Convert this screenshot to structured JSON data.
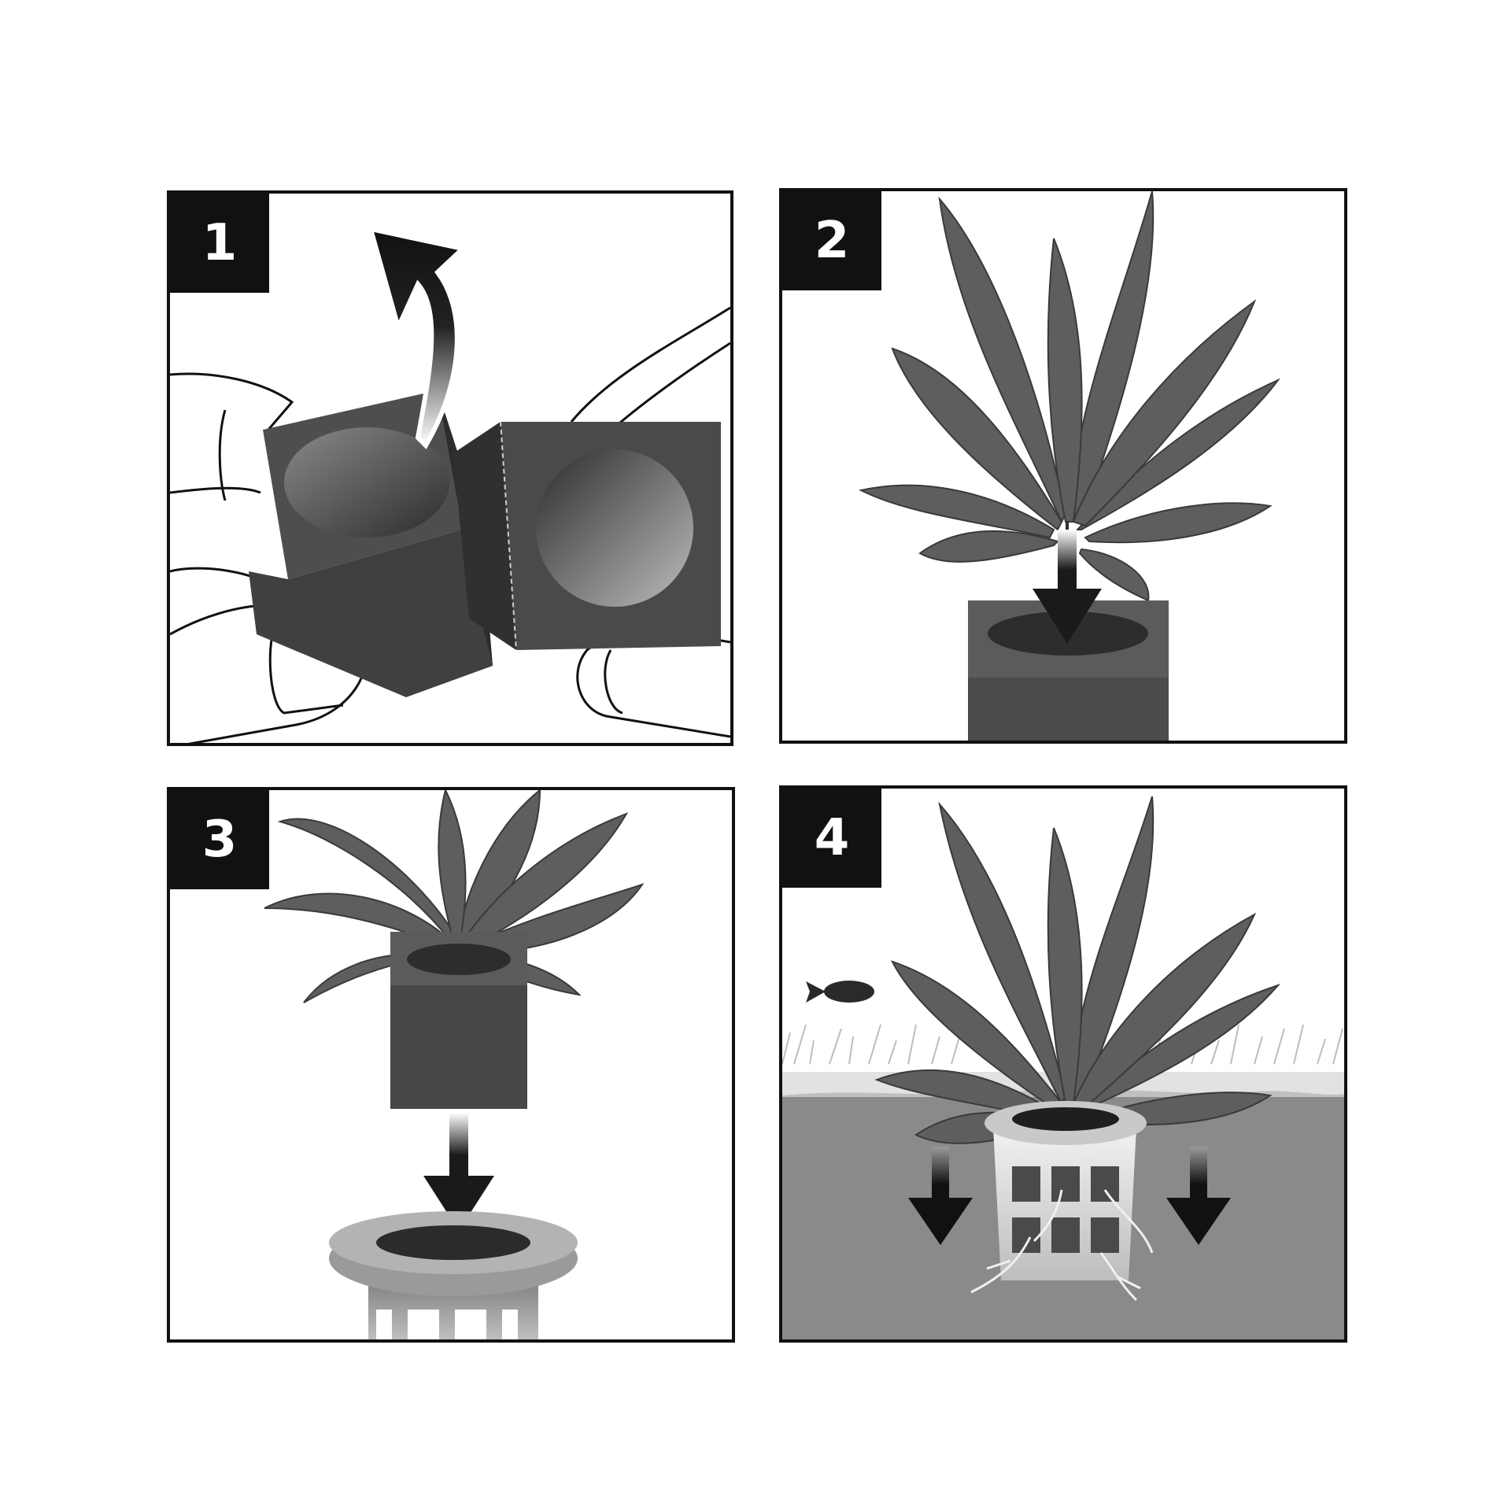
{
  "steps": [
    {
      "number": "1"
    },
    {
      "number": "2"
    },
    {
      "number": "3"
    },
    {
      "number": "4"
    }
  ],
  "colors": {
    "frame": "#111111",
    "cube_dark": "#4a4a4a",
    "cube_side": "#3a3a3a",
    "leaf": "#5e5e5e",
    "substrate": "#8a8a8a",
    "pot": "#a7a7a7"
  }
}
